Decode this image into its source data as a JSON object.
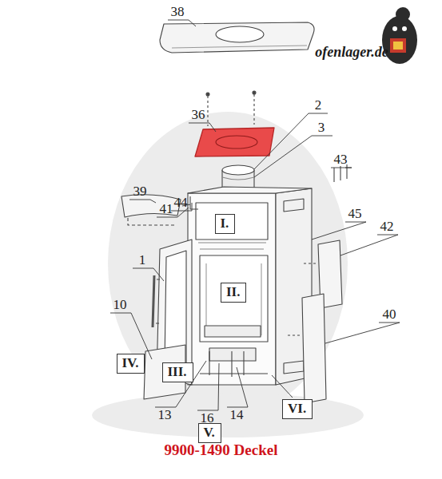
{
  "diagram": {
    "caption": "9900-1490 Deckel",
    "nodes": [
      {
        "text": [
          "I."
        ]
      },
      {
        "text": [
          "II."
        ]
      },
      {
        "text": [
          "IV."
        ]
      },
      {
        "text": [
          "III."
        ]
      },
      {
        "text": [
          "V."
        ]
      },
      {
        "text": [
          "VI."
        ]
      }
    ],
    "labels": [
      "38",
      "36",
      "2",
      "3",
      "43",
      "39",
      "44",
      "41",
      "45",
      "42",
      "1",
      "10",
      "40",
      "13",
      "16",
      "14",
      "ofenlager.de"
    ]
  }
}
